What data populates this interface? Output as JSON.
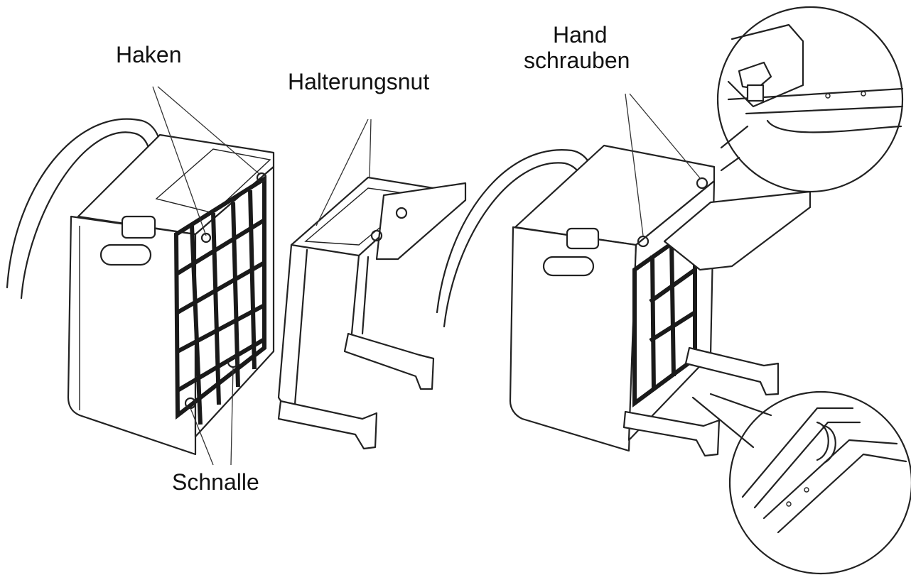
{
  "labels": {
    "haken": "Haken",
    "halterungsnut": "Halterungsnut",
    "hand": "Hand",
    "schrauben": "schrauben",
    "schnalle": "Schnalle"
  },
  "colors": {
    "line": "#222222",
    "background": "#ffffff"
  }
}
